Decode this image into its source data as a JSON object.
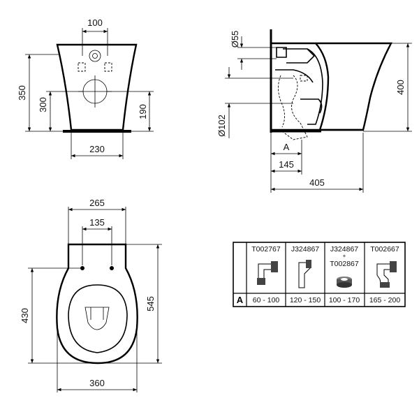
{
  "front_view": {
    "dim_top_width": "100",
    "dim_total_height": "350",
    "dim_outlet_height": "300",
    "dim_inlet_height": "190",
    "dim_base_width": "230"
  },
  "side_view": {
    "dim_inlet_diameter": "Ø55",
    "dim_outlet_diameter": "Ø102",
    "dim_height": "400",
    "dim_a": "A",
    "dim_outlet_offset": "145",
    "dim_depth": "405"
  },
  "top_view": {
    "dim_outer_width": "265",
    "dim_fixing_spacing": "135",
    "dim_fixing_to_front": "430",
    "dim_total_length": "545",
    "dim_seat_width": "360"
  },
  "table": {
    "row_label": "A",
    "columns": [
      {
        "code": "T002767",
        "code2": "",
        "range": "60 - 100"
      },
      {
        "code": "J324867",
        "code2": "",
        "range": "120 - 150"
      },
      {
        "code": "J324867",
        "code2": "T002867",
        "plus": "+",
        "range": "100 - 170"
      },
      {
        "code": "T002667",
        "code2": "",
        "range": "165 - 200"
      }
    ]
  }
}
